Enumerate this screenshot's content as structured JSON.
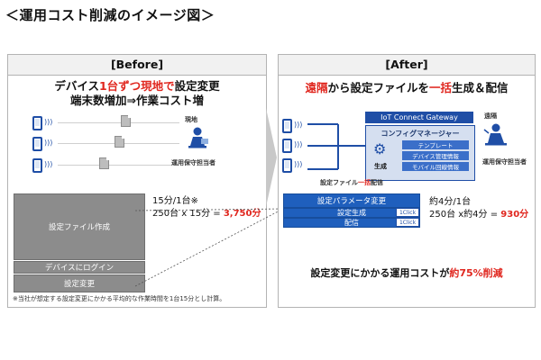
{
  "title": "＜運用コスト削減のイメージ図＞",
  "before": {
    "header": "[Before]",
    "headline_prefix": "デバイス",
    "headline_red": "1台ずつ現地で",
    "headline_suffix": "設定変更",
    "subheadline": "端末数増加⇒作業コスト増",
    "onsite_label": "現地",
    "staff_label": "運用保守担当者",
    "steps": [
      "設定ファイル作成",
      "デバイスにログイン",
      "設定変更"
    ],
    "calc_line1": "15分/1台※",
    "calc_line2_prefix": "250台 x 15分 = ",
    "calc_result": "3,750分",
    "footnote": "※当社が想定する設定変更にかかる平均的な作業時間を1台15分とし計算。"
  },
  "after": {
    "header": "[After]",
    "headline_red1": "遠隔",
    "headline_mid": "から設定ファイルを",
    "headline_red2": "一括",
    "headline_suffix": "生成＆配信",
    "gateway_title": "IoT Connect Gateway",
    "config_manager": "コンフィグマネージャー",
    "generate_label": "生成",
    "tags": [
      "テンプレート",
      "デバイス管理情報",
      "モバイル回線情報"
    ],
    "remote_label": "遠隔",
    "staff_label": "運用保守担当者",
    "delivery_prefix": "設定ファイル",
    "delivery_red": "一括",
    "delivery_suffix": "配信",
    "steps": [
      "設定パラメータ変更",
      "設定生成",
      "配信"
    ],
    "click_label": "1Click",
    "calc_line1": "約4分/1台",
    "calc_line2_prefix": "250台 x約4分 = ",
    "calc_result": "930分",
    "summary_prefix": "設定変更にかかる運用コストが",
    "summary_red": "約75%削減"
  }
}
